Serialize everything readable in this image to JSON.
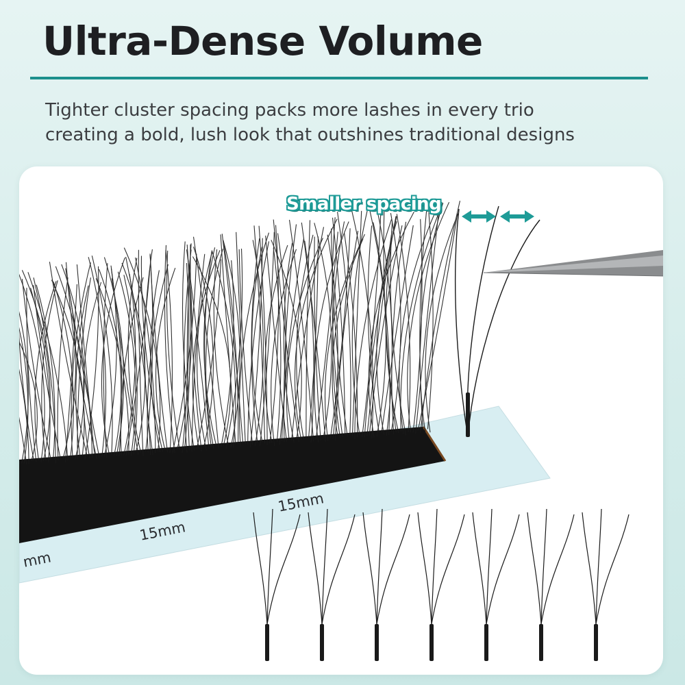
{
  "header": {
    "title": "Ultra-Dense Volume",
    "subtitle_lines": [
      "Tighter cluster spacing packs more lashes in every trio",
      "creating a bold, lush look that outshines traditional designs"
    ]
  },
  "product": {
    "callout": "Smaller spacing",
    "strip_labels": [
      "15mm",
      "15mm",
      "mm"
    ]
  },
  "colors": {
    "accent": "#1c8f8c",
    "title_text": "#1e1f22",
    "lash": "#1a1a1a",
    "strip": "#d8eef2"
  },
  "icons": [
    "double-arrow-icon",
    "double-arrow-icon",
    "tweezers-icon"
  ]
}
